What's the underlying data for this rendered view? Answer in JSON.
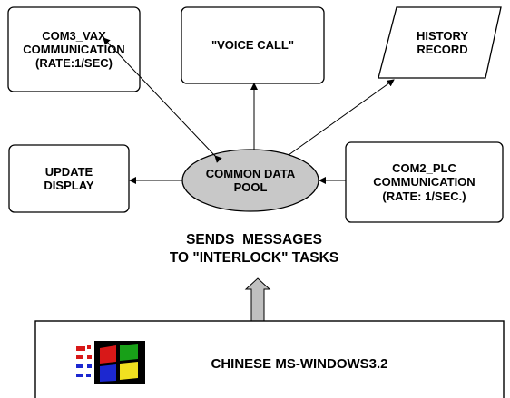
{
  "nodes": {
    "com3_vax": [
      "COM3_VAX",
      "COMMUNICATION",
      "(RATE:1/SEC)"
    ],
    "voice_call": [
      "\"VOICE CALL\""
    ],
    "history_record": [
      "HISTORY",
      "RECORD"
    ],
    "update_display": [
      "UPDATE",
      "DISPLAY"
    ],
    "common_pool": [
      "COMMON DATA",
      "POOL"
    ],
    "com2_plc": [
      "COM2_PLC",
      "COMMUNICATION",
      "(RATE: 1/SEC.)"
    ]
  },
  "message": [
    "SENDS  MESSAGES",
    "TO \"INTERLOCK\" TASKS"
  ],
  "os_label": "CHINESE MS-WINDOWS3.2",
  "colors": {
    "ellipse_fill": "#c8c8c8",
    "arrow_fill": "#c0c0c0",
    "logo_red": "#d81818",
    "logo_green": "#18a018",
    "logo_blue": "#1c28d0",
    "logo_yellow": "#f0e020"
  }
}
